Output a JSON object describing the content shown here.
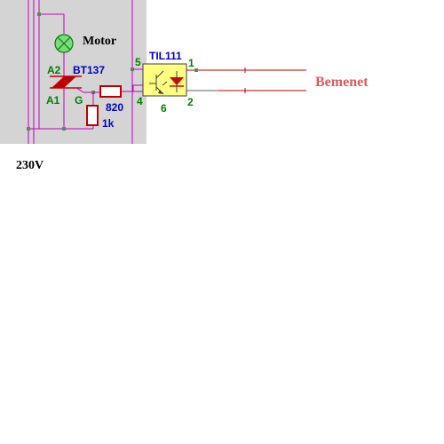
{
  "labels": {
    "motor": "Motor",
    "a2": "A2",
    "a1": "A1",
    "triac_part": "BT137",
    "gate": "G",
    "r1_value": "820",
    "r2_value": "1k",
    "opto_part": "TIL111",
    "pin5": "5",
    "pin4": "4",
    "pin6": "6",
    "pin1": "1",
    "pin2": "2",
    "output": "Bemenet",
    "supply": "230V"
  },
  "colors": {
    "schematic_bg": "#d4d4d4",
    "wire": "#c000c0",
    "component": "#c00000",
    "lamp": "#7fd87f",
    "opto_body": "#ffff80",
    "pin_label": "#008000",
    "part_label": "#0000c8",
    "output_label": "#e05a5a"
  }
}
